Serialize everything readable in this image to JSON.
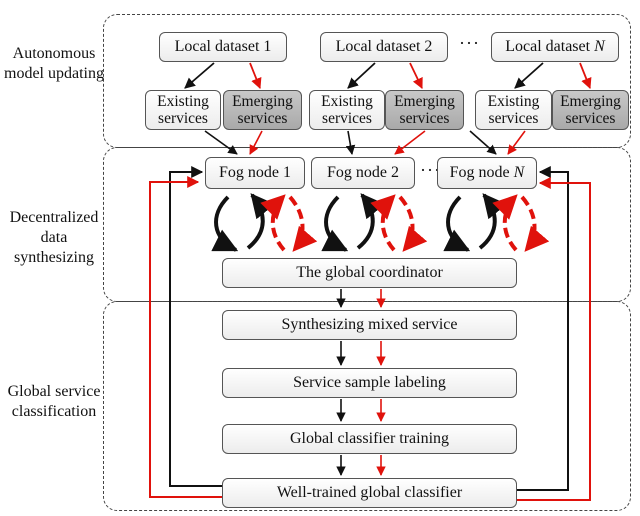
{
  "stages": {
    "top": "Autonomous\nmodel updating",
    "middle": "Decentralized\ndata synthesizing",
    "bottom": "Global service\nclassification"
  },
  "datasets": [
    {
      "label": "Local dataset 1",
      "suffix": ""
    },
    {
      "label": "Local dataset 2",
      "suffix": ""
    },
    {
      "label": "Local dataset ",
      "suffix": "N"
    }
  ],
  "ellipsis": "···",
  "services": {
    "existing": "Existing\nservices",
    "emerging": "Emerging\nservices"
  },
  "fog_nodes": [
    {
      "label": "Fog node 1",
      "suffix": ""
    },
    {
      "label": "Fog node 2",
      "suffix": ""
    },
    {
      "label": "Fog node ",
      "suffix": "N"
    }
  ],
  "pipeline": {
    "coordinator": "The global coordinator",
    "synth": "Synthesizing mixed service",
    "labeling": "Service sample labeling",
    "training": "Global classifier training",
    "trained": "Well-trained global classifier"
  },
  "colors": {
    "black_flow": "#111111",
    "red_flow": "#e0120c",
    "emerging_fill": "#b0b0b0"
  }
}
